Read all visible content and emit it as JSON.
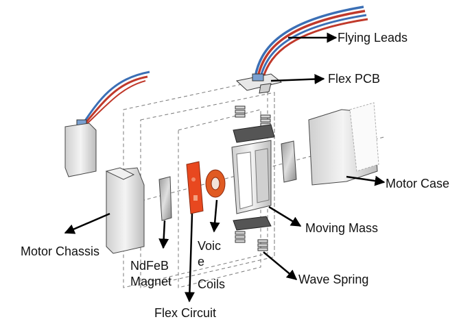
{
  "labels": {
    "flying_leads": "Flying Leads",
    "flex_pcb": "Flex PCB",
    "motor_case": "Motor Case",
    "moving_mass": "Moving Mass",
    "motor_chassis": "Motor Chassis",
    "ndfeb_line1": "NdFeB",
    "ndfeb_line2": "Magnet",
    "voice_line1": "Voic",
    "voice_line2": "e",
    "voice_line3": "Coils",
    "wave_spring": "Wave Spring",
    "flex_circuit": "Flex Circuit"
  },
  "colors": {
    "flex_circuit": "#e8481f",
    "coil": "#e05a22",
    "wire_red": "#c0392b",
    "wire_blue": "#3b6fb5",
    "metal": "#e4e4e4",
    "outline": "#555555",
    "arrow": "#000000"
  }
}
